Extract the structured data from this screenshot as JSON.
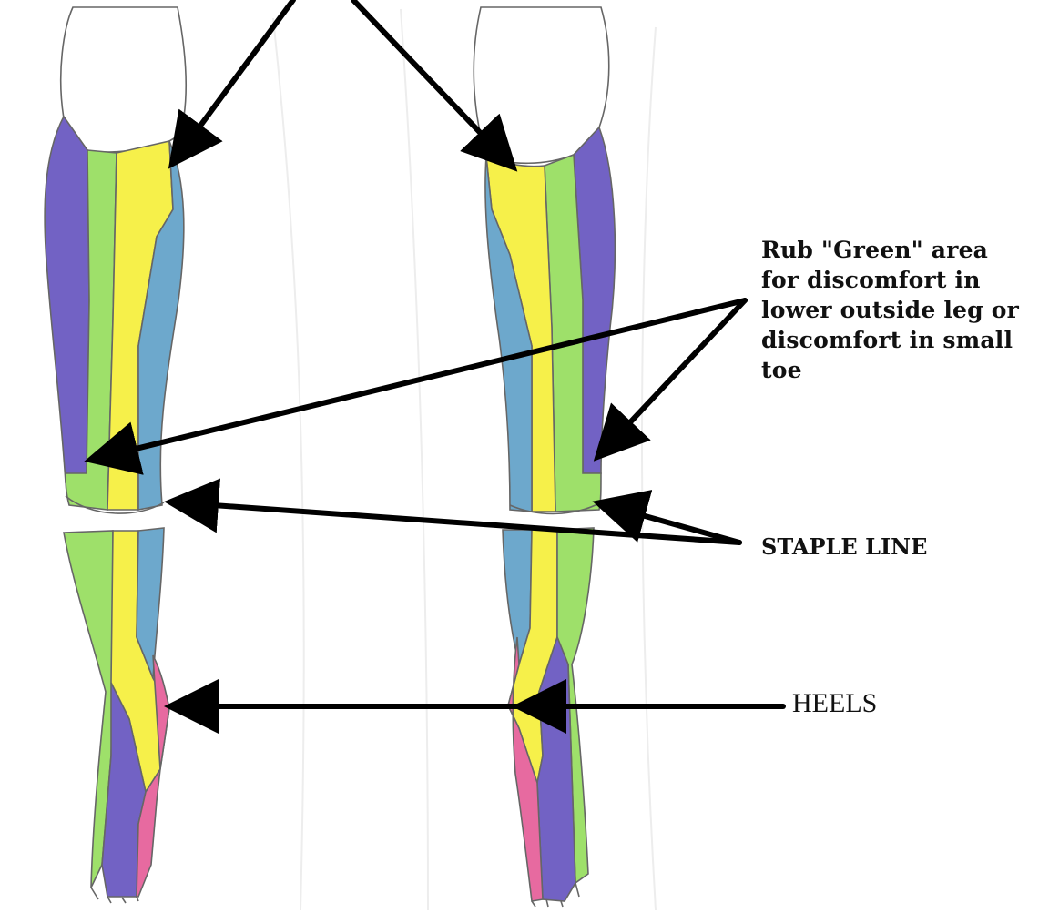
{
  "colors": {
    "purple": "#7262c4",
    "green": "#9ee06a",
    "yellow": "#f6f04a",
    "blue": "#6da8cc",
    "pink": "#e76aa0",
    "outline": "#666666",
    "arrow": "#000000",
    "background": "#ffffff"
  },
  "labels": {
    "green_area": [
      "Rub \"Green\" area",
      "for discomfort in",
      "lower outside leg or",
      "discomfort in small",
      "toe"
    ],
    "staple_line": "STAPLE LINE",
    "heels": "HEELS"
  }
}
